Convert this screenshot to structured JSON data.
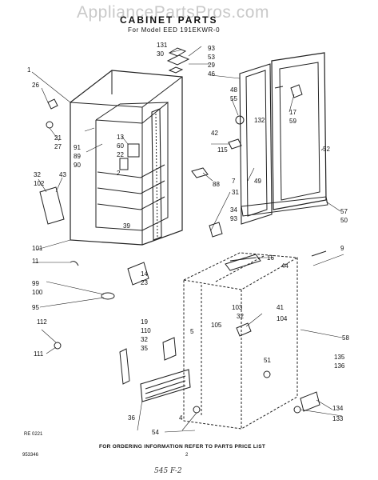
{
  "watermark": "AppliancePartsPros.com",
  "title": "CABINET PARTS",
  "model_line": "For Model EED 191EKWR-0",
  "footer_text": "FOR ORDERING INFORMATION REFER TO PARTS PRICE LIST",
  "left_code": "RE 0221",
  "bottom_left_code": "953346",
  "page_number": "2",
  "handwritten_note": "545 F-2",
  "callouts": {
    "c1": "1",
    "c26": "26",
    "c21": "21",
    "c27": "27",
    "c91": "91",
    "c89": "89",
    "c90": "90",
    "c13": "13",
    "c60": "60",
    "c22": "22",
    "c2": "2",
    "c32a": "32",
    "c102": "102",
    "c43": "43",
    "c39": "39",
    "c101": "101",
    "c11": "11",
    "c99": "99",
    "c100": "100",
    "c95": "95",
    "c112": "112",
    "c111": "111",
    "c14": "14",
    "c23": "23",
    "c131": "131",
    "c30": "30",
    "c93a": "93",
    "c53": "53",
    "c29": "29",
    "c46": "46",
    "c48": "48",
    "c55": "55",
    "c132": "132",
    "c49": "49",
    "c17": "17",
    "c59": "59",
    "c52": "52",
    "c57": "57",
    "c50": "50",
    "c42": "42",
    "c115": "115",
    "c88": "88",
    "c7": "7",
    "c31": "31",
    "c34": "34",
    "c93b": "93",
    "c9": "9",
    "c16": "16",
    "c44": "44",
    "c103": "103",
    "c32b": "32",
    "c41": "41",
    "c104": "104",
    "c105": "105",
    "c5": "5",
    "c51": "51",
    "c58": "58",
    "c135": "135",
    "c136": "136",
    "c134": "134",
    "c133": "133",
    "c19": "19",
    "c110": "110",
    "c32c": "32",
    "c35": "35",
    "c36": "36",
    "c4": "4",
    "c54": "54"
  }
}
